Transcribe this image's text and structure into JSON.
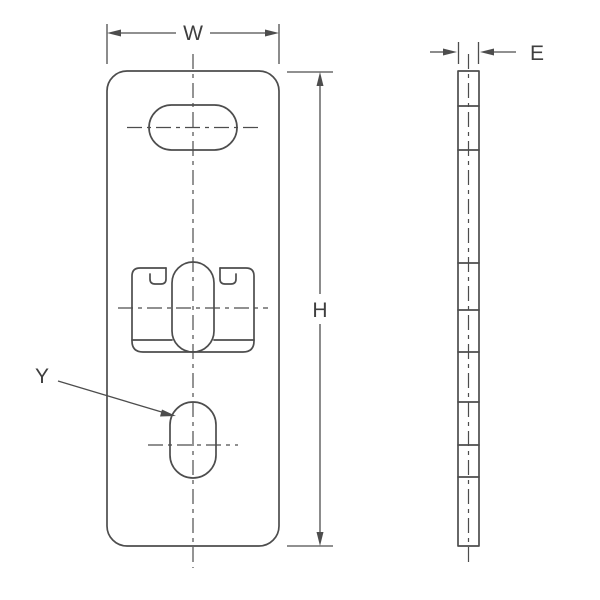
{
  "diagram": {
    "labels": {
      "width_dimension": "W",
      "height_dimension": "H",
      "thickness_dimension": "E",
      "slot_callout": "Y"
    },
    "colors": {
      "line": "#4d4d4d",
      "text": "#3f3f3f",
      "background": "#ffffff"
    }
  }
}
